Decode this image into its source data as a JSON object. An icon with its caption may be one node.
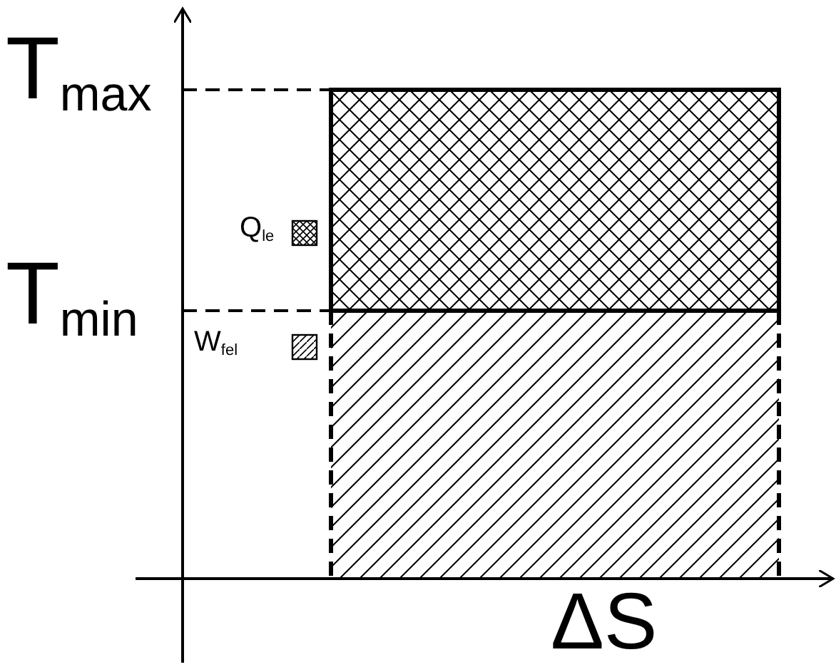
{
  "diagram": {
    "labels": [
      "T$_{max}$",
      "T$_{min}$",
      "ΔS"
    ],
    "legend": [
      {
        "text": "Q$_{le}$"
      },
      {
        "text": "W$_{fel}$"
      }
    ]
  }
}
